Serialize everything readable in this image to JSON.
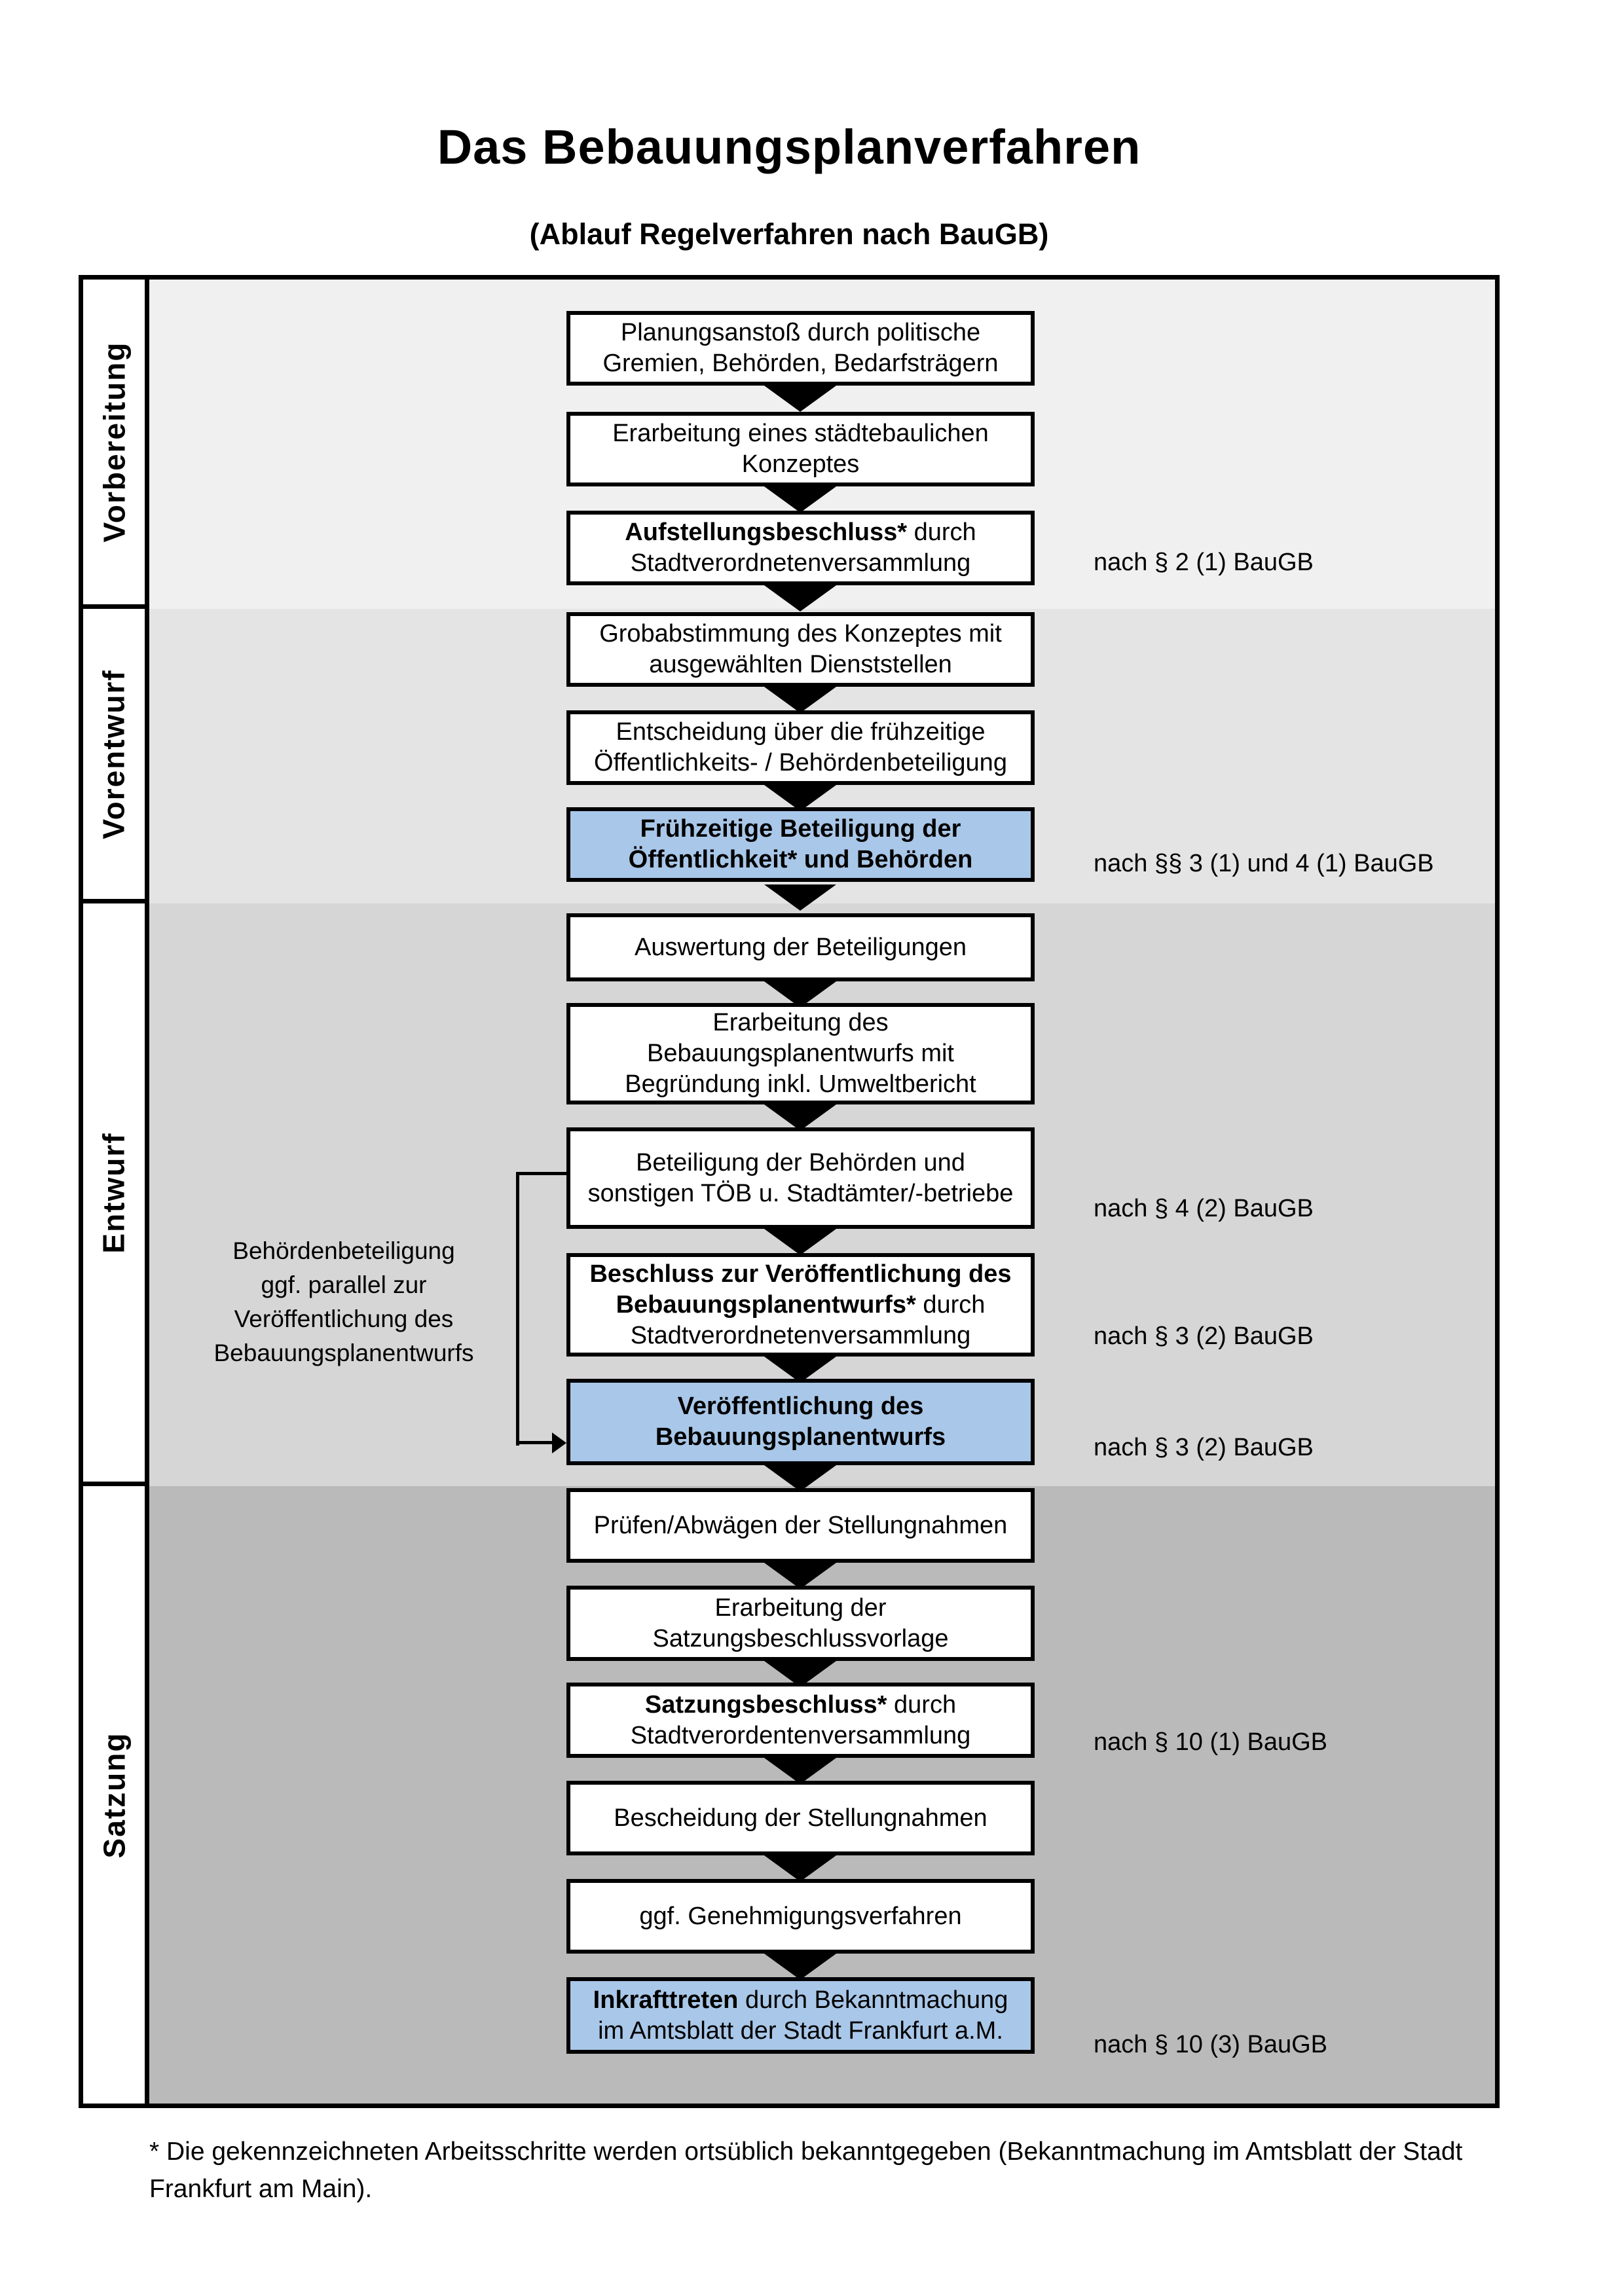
{
  "title": "Das Bebauungsplanverfahren",
  "subtitle": "(Ablauf Regelverfahren nach BauGB)",
  "colors": {
    "highlight_box": "#a9c7e8",
    "band_vorbereitung": "#f0f0f0",
    "band_vorentwurf": "#e4e4e4",
    "band_entwurf": "#d6d6d6",
    "band_satzung": "#bababa"
  },
  "phases": [
    {
      "label": "Vorbereitung"
    },
    {
      "label": "Vorentwurf"
    },
    {
      "label": "Entwurf"
    },
    {
      "label": "Satzung"
    }
  ],
  "boxes": [
    {
      "lines": [
        "Planungsanstoß durch politische",
        "Gremien, Behörden, Bedarfsträgern"
      ]
    },
    {
      "lines": [
        "Erarbeitung eines städtebaulichen",
        "Konzeptes"
      ]
    },
    {
      "lines": [
        [
          {
            "t": "Aufstellungsbeschluss*",
            "b": true
          },
          {
            "t": " durch",
            "b": false
          }
        ],
        "Stadtverordnetenversammlung"
      ]
    },
    {
      "lines": [
        "Grobabstimmung des Konzeptes mit",
        "ausgewählten Dienststellen"
      ]
    },
    {
      "lines": [
        "Entscheidung über die frühzeitige",
        "Öffentlichkeits- / Behördenbeteiligung"
      ]
    },
    {
      "lines": [
        [
          {
            "t": "Frühzeitige Beteiligung der",
            "b": true
          }
        ],
        [
          {
            "t": "Öffentlichkeit* und Behörden",
            "b": true
          }
        ]
      ],
      "highlight": true
    },
    {
      "lines": [
        "Auswertung der Beteiligungen"
      ]
    },
    {
      "lines": [
        "Erarbeitung des",
        "Bebauungsplanentwurfs mit",
        "Begründung inkl. Umweltbericht"
      ]
    },
    {
      "lines": [
        "Beteiligung der Behörden und",
        "sonstigen TÖB u. Stadtämter/-betriebe"
      ]
    },
    {
      "lines": [
        [
          {
            "t": "Beschluss zur Veröffentlichung des",
            "b": true
          }
        ],
        [
          {
            "t": "Bebauungsplanentwurfs*",
            "b": true
          },
          {
            "t": " durch",
            "b": false
          }
        ],
        "Stadtverordnetenversammlung"
      ]
    },
    {
      "lines": [
        [
          {
            "t": "Veröffentlichung des",
            "b": true
          }
        ],
        [
          {
            "t": "Bebauungsplanentwurfs",
            "b": true
          }
        ]
      ],
      "highlight": true
    },
    {
      "lines": [
        "Prüfen/Abwägen der Stellungnahmen"
      ]
    },
    {
      "lines": [
        "Erarbeitung der",
        "Satzungsbeschlussvorlage"
      ]
    },
    {
      "lines": [
        [
          {
            "t": "Satzungsbeschluss*",
            "b": true
          },
          {
            "t": " durch",
            "b": false
          }
        ],
        "Stadtverordentenversammlung"
      ]
    },
    {
      "lines": [
        "Bescheidung der Stellungnahmen"
      ]
    },
    {
      "lines": [
        "ggf. Genehmigungsverfahren"
      ]
    },
    {
      "lines": [
        [
          {
            "t": "Inkrafttreten",
            "b": true
          },
          {
            "t": " durch Bekanntmachung",
            "b": false
          }
        ],
        "im Amtsblatt der Stadt Frankfurt a.M."
      ],
      "highlight": true
    }
  ],
  "annotations": [
    "nach § 2 (1) BauGB",
    "nach §§ 3 (1) und 4 (1) BauGB",
    "nach § 4 (2) BauGB",
    "nach § 3 (2) BauGB",
    "nach § 3 (2) BauGB",
    "nach § 10 (1) BauGB",
    "nach § 10 (3) BauGB"
  ],
  "side_note": {
    "lines": [
      "Behördenbeteiligung",
      "ggf. parallel zur",
      "Veröffentlichung des",
      "Bebauungsplanentwurfs"
    ]
  },
  "footnote": {
    "lines": [
      "* Die gekennzeichneten Arbeitsschritte werden ortsüblich bekanntgegeben (Bekanntmachung im Amtsblatt  der Stadt",
      "Frankfurt am Main)."
    ]
  }
}
